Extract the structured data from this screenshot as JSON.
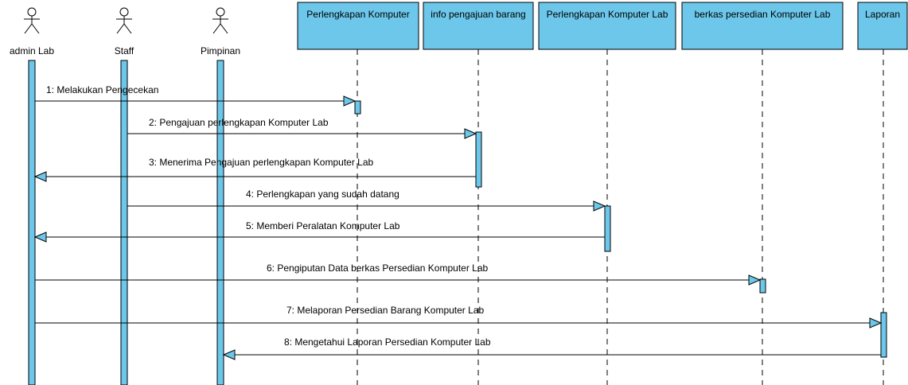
{
  "actors": [
    {
      "id": "a1",
      "name": "admin Lab"
    },
    {
      "id": "a2",
      "name": "Staff"
    },
    {
      "id": "a3",
      "name": "Pimpinan"
    }
  ],
  "objects": [
    {
      "id": "o1",
      "name": "Perlengkapan Komputer"
    },
    {
      "id": "o2",
      "name": "info pengajuan barang"
    },
    {
      "id": "o3",
      "name": "Perlengkapan Komputer Lab"
    },
    {
      "id": "o4",
      "name": "berkas persedian Komputer Lab"
    },
    {
      "id": "o5",
      "name": "Laporan"
    }
  ],
  "messages": [
    {
      "label": "1: Melakukan Pengecekan"
    },
    {
      "label": "2: Pengajuan perlengkapan Komputer Lab"
    },
    {
      "label": "3: Menerima Pengajuan perlengkapan Komputer Lab"
    },
    {
      "label": "4: Perlengkapan yang sudah datang"
    },
    {
      "label": "5: Memberi Peralatan Komputer Lab"
    },
    {
      "label": "6: Pengiputan Data berkas Persedian Komputer Lab"
    },
    {
      "label": "7: Melaporan Persedian Barang Komputer Lab"
    },
    {
      "label": "8: Mengetahui Laporan Persedian Komputer Lab"
    }
  ],
  "colors": {
    "box_fill": "#6cc7ea",
    "activation_fill": "#6cc7ea",
    "line": "#000000"
  }
}
